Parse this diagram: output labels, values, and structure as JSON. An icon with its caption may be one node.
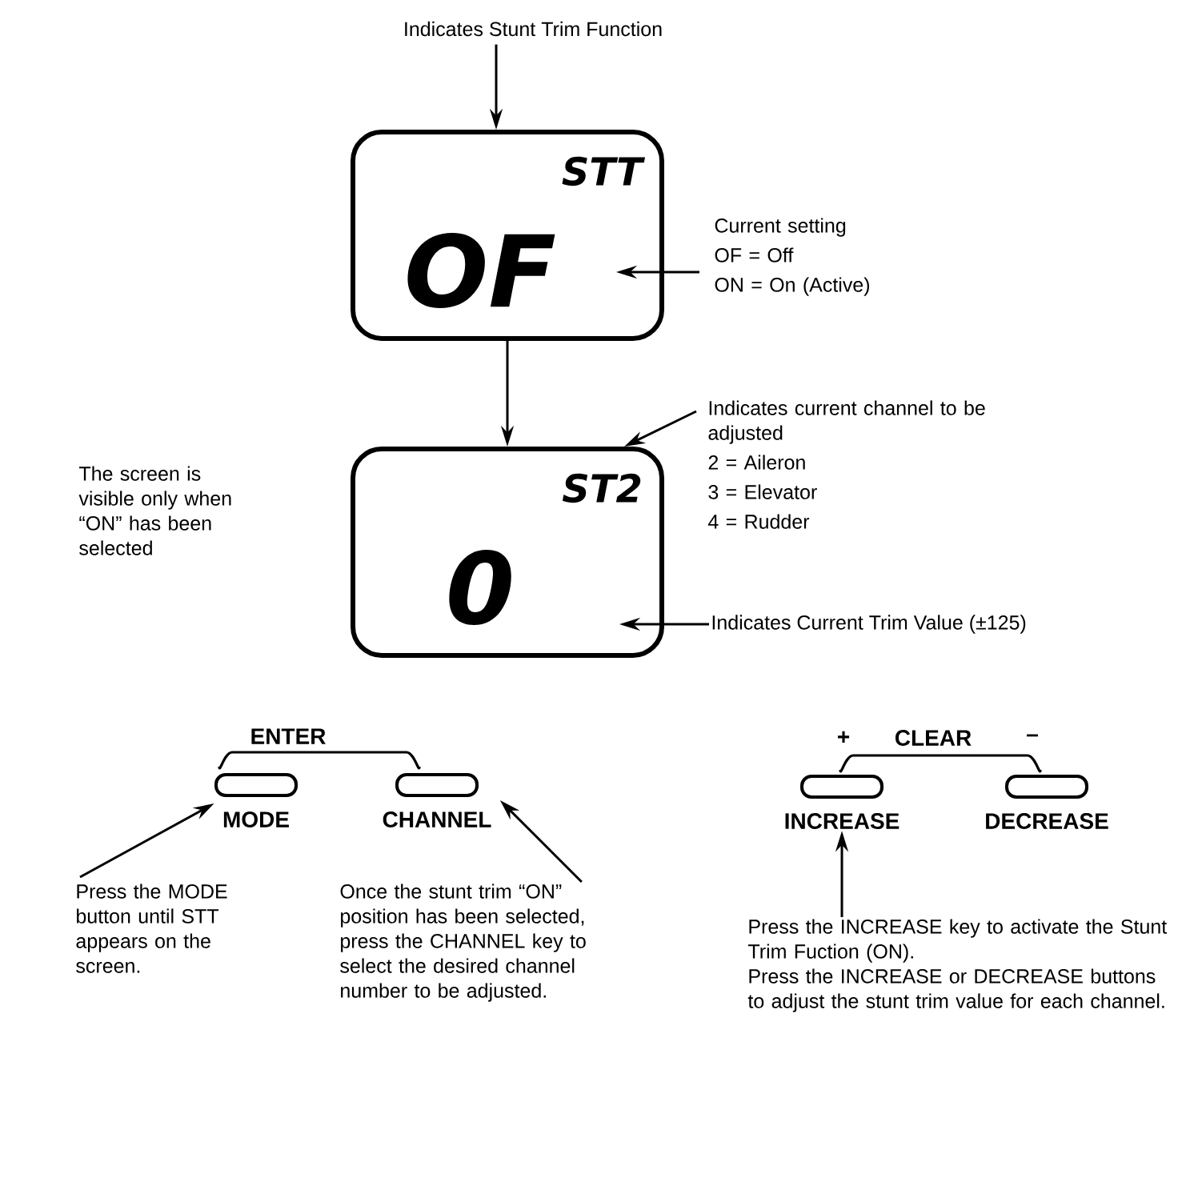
{
  "diagram": {
    "nodes": [
      {
        "text": [
          "Indicates Stunt Trim Function"
        ]
      },
      {
        "text": [
          "STT",
          "OF"
        ]
      },
      {
        "text": [
          "Current setting",
          "OF = Off",
          "ON = On (Active)"
        ]
      },
      {
        "text": [
          "ST2",
          "0"
        ]
      },
      {
        "text": [
          "Indicates current channel to be adjusted",
          "2 = Aileron",
          "3 = Elevator",
          "4 = Rudder"
        ]
      },
      {
        "text": [
          "Indicates Current Trim Value (±125)"
        ]
      },
      {
        "text": [
          "MODE"
        ]
      },
      {
        "text": [
          "CHANNEL"
        ]
      },
      {
        "text": [
          "INCREASE"
        ]
      },
      {
        "text": [
          "DECREASE"
        ]
      },
      {
        "text": [
          "Press the MODE button until STT appears on the screen."
        ]
      },
      {
        "text": [
          "Once the stunt trim “ON” position has been selected, press the CHANNEL key to select the desired channel number to be adjusted."
        ]
      },
      {
        "text": [
          "Press the INCREASE key to activate the Stunt Trim Fuction (ON).",
          "Press the INCREASE or DECREASE buttons to adjust the stunt trim value for each channel."
        ]
      }
    ],
    "edges": [
      {
        "from": 0,
        "to": 1,
        "arrow": "to"
      },
      {
        "from": 1,
        "to": 3,
        "arrow": "to"
      },
      {
        "from": 2,
        "to": 1,
        "arrow": "to"
      },
      {
        "from": 4,
        "to": 3,
        "arrow": "to"
      },
      {
        "from": 5,
        "to": 3,
        "arrow": "to"
      },
      {
        "from": 10,
        "to": 6,
        "arrow": "to"
      },
      {
        "from": 11,
        "to": 7,
        "arrow": "to"
      },
      {
        "from": 12,
        "to": 8,
        "arrow": "to"
      }
    ],
    "labels": [
      "The screen is visible only when “ON” has been selected",
      "ENTER",
      "+",
      "CLEAR",
      "–"
    ]
  }
}
